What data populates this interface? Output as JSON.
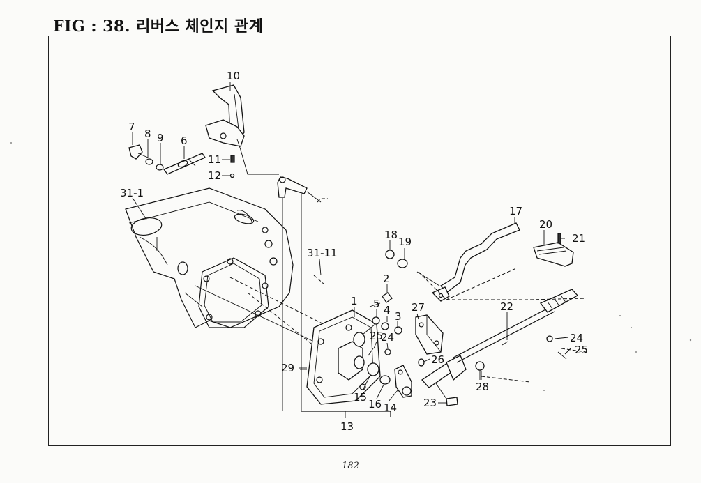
{
  "figure_title": "FIG : 38. 리버스 체인지 관계",
  "page_number": "182",
  "callouts": {
    "c10": "10",
    "c7": "7",
    "c8": "8",
    "c9": "9",
    "c6": "6",
    "c11": "11",
    "c12": "12",
    "c31_1": "31-1",
    "c31_11": "31-11",
    "c17": "17",
    "c18": "18",
    "c19": "19",
    "c20": "20",
    "c21": "21",
    "c2": "2",
    "c1": "1",
    "c5": "5",
    "c4": "4",
    "c3": "3",
    "c27": "27",
    "c22": "22",
    "c25a": "25",
    "c24a": "24",
    "c26": "26",
    "c29": "29",
    "c15": "15",
    "c16": "16",
    "c14": "14",
    "c28": "28",
    "c23": "23",
    "c24b": "24",
    "c25b": "25",
    "c13": "13"
  }
}
